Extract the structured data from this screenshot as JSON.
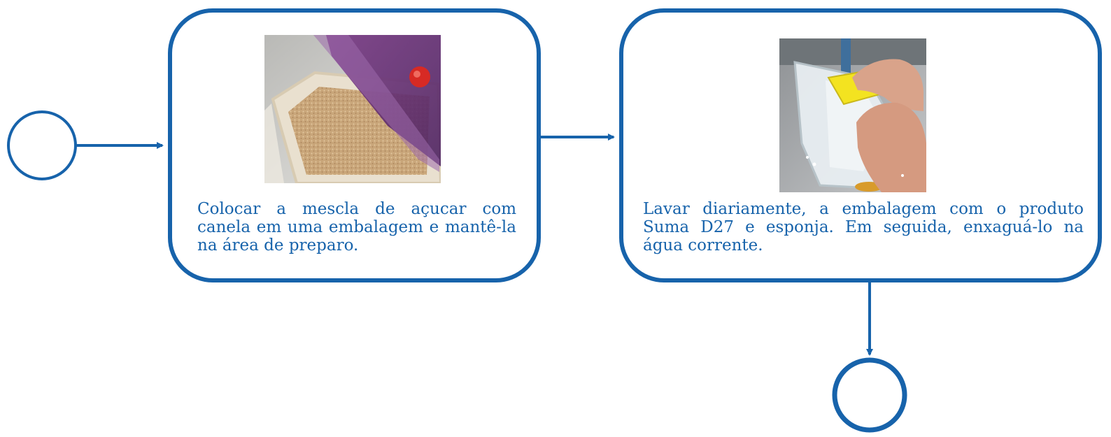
{
  "colors": {
    "stroke": "#1763ab",
    "text": "#1763ab",
    "background": "#ffffff"
  },
  "steps": [
    {
      "id": "step-1",
      "image": "sugar-cinnamon-container-photo",
      "text": "Colocar a mescla de açucar com canela em uma  embalagem e mantê-la na área de preparo."
    },
    {
      "id": "step-2",
      "image": "washing-container-with-sponge-photo",
      "text": "Lavar diariamente, a embalagem com o produto Suma D27 e esponja. Em seguida, enxaguá-lo na água corrente."
    }
  ],
  "events": [
    {
      "id": "start-event",
      "type": "start"
    },
    {
      "id": "end-event",
      "type": "end"
    }
  ]
}
